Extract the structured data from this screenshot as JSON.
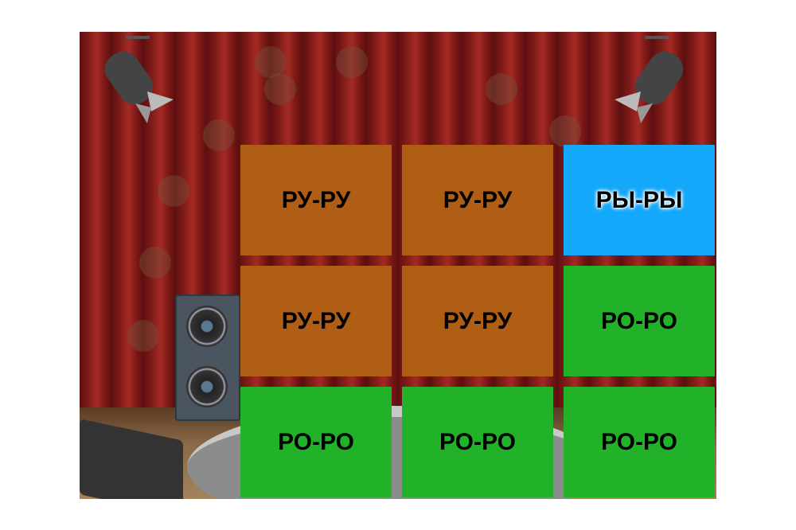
{
  "board": {
    "tiles": [
      {
        "label": "РУ-РУ",
        "color": "#b05e15"
      },
      {
        "label": "РУ-РУ",
        "color": "#b05e15"
      },
      {
        "label": "РЫ-РЫ",
        "color": "#14a8fb"
      },
      {
        "label": "РУ-РУ",
        "color": "#b05e15"
      },
      {
        "label": "РУ-РУ",
        "color": "#b05e15"
      },
      {
        "label": "РО-РО",
        "color": "#22b22a"
      },
      {
        "label": "РО-РО",
        "color": "#22b22a"
      },
      {
        "label": "РО-РО",
        "color": "#22b22a"
      },
      {
        "label": "РО-РО",
        "color": "#22b22a"
      }
    ]
  }
}
